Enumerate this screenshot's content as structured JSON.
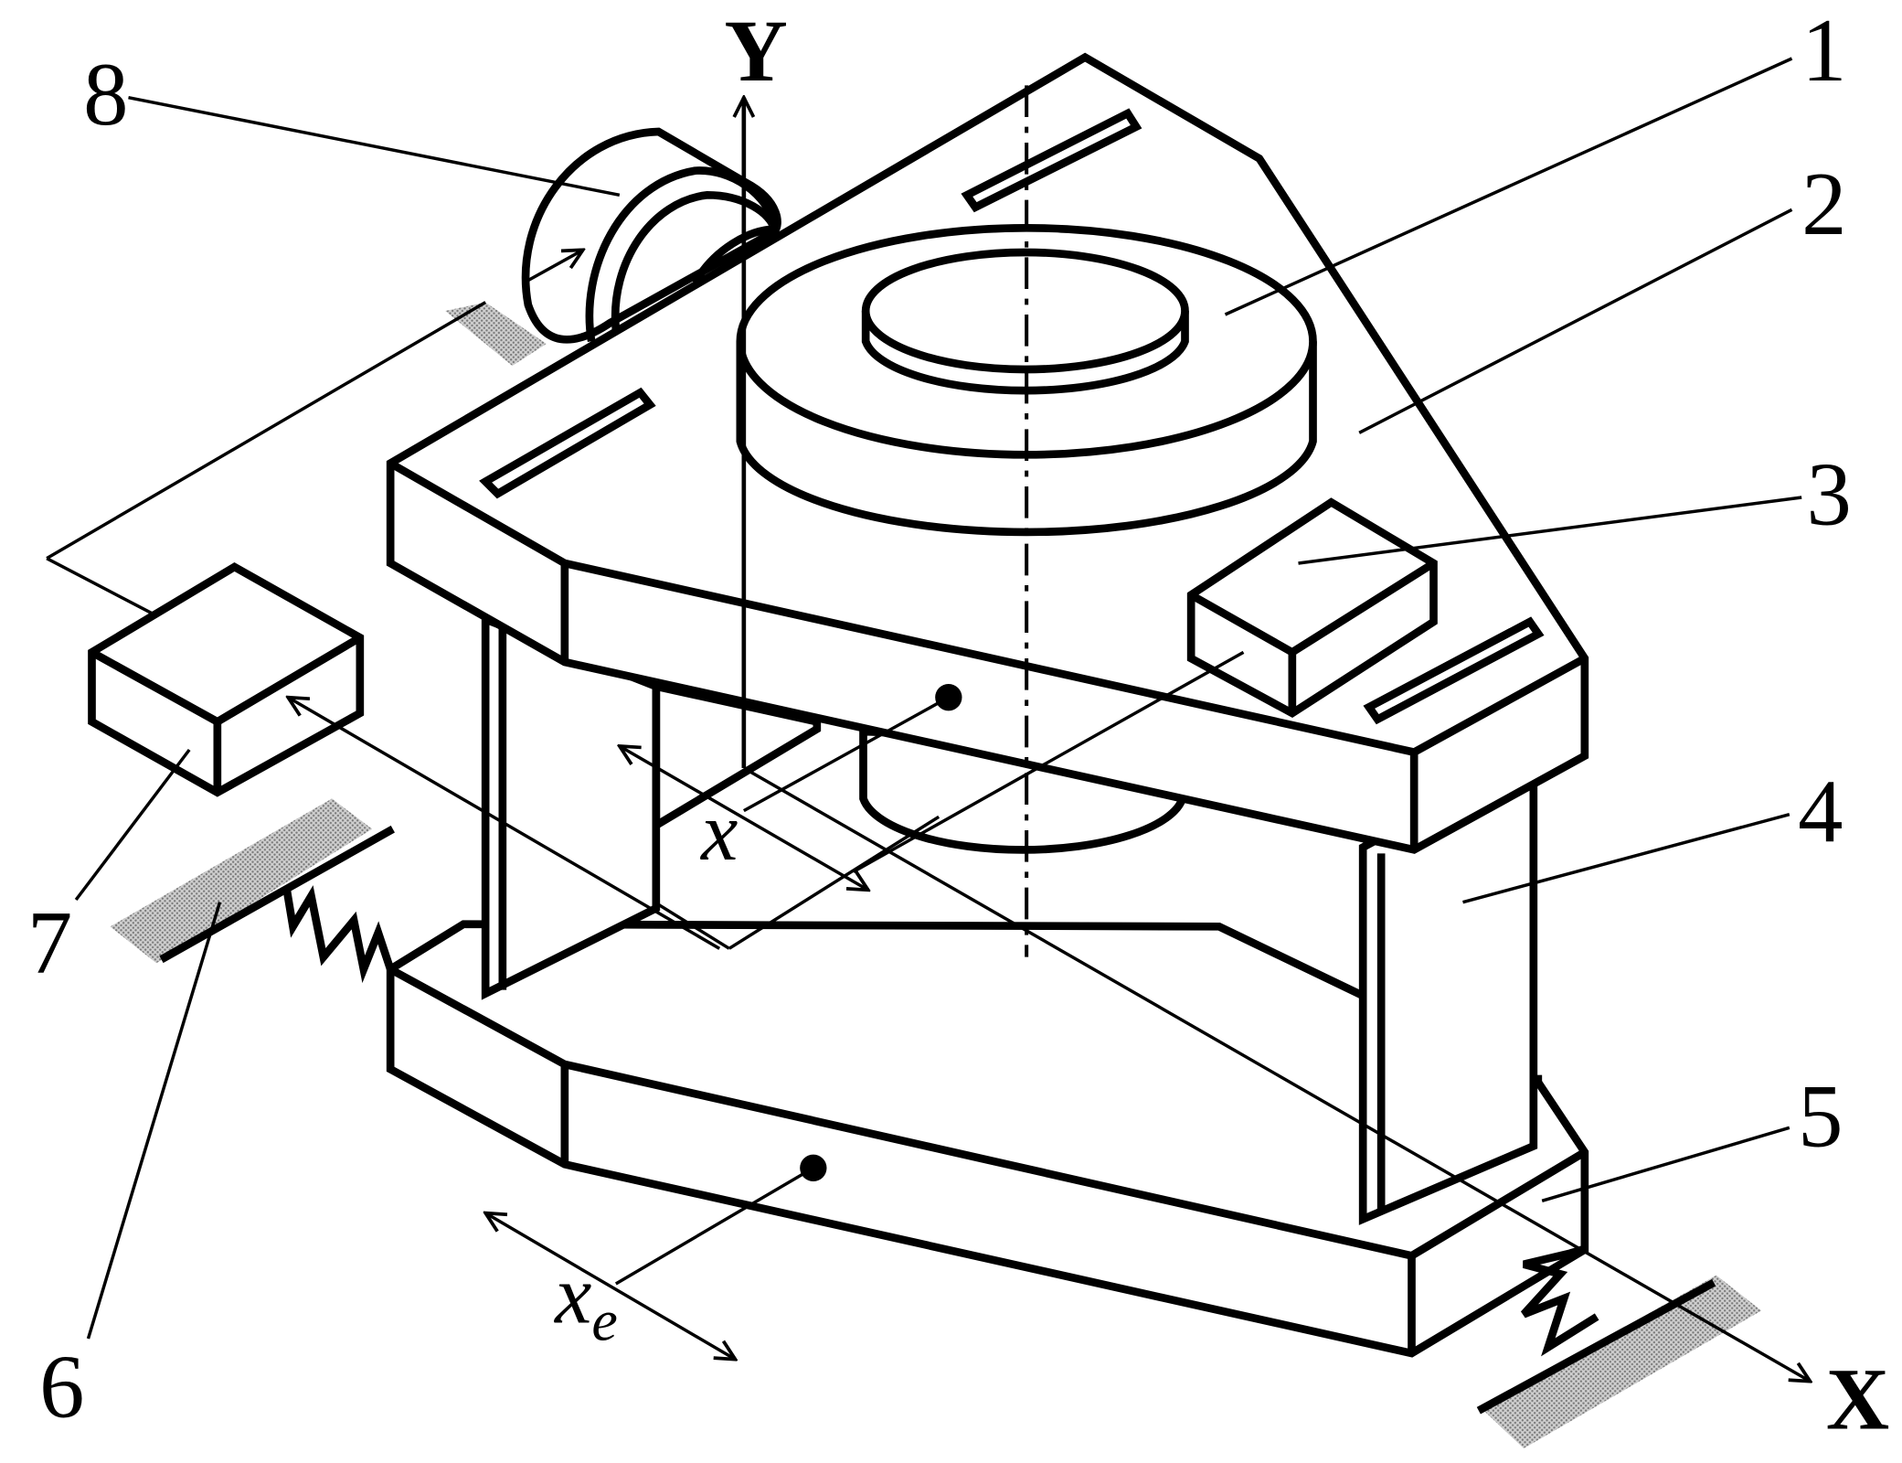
{
  "labels": {
    "n1": "1",
    "n2": "2",
    "n3": "3",
    "n4": "4",
    "n5": "5",
    "n6": "6",
    "n7": "7",
    "n8": "8"
  },
  "axes": {
    "x_axis": "X",
    "y_axis": "Y"
  },
  "variables": {
    "x_top": "x",
    "x_bottom": "x",
    "x_bottom_sub": "e"
  }
}
